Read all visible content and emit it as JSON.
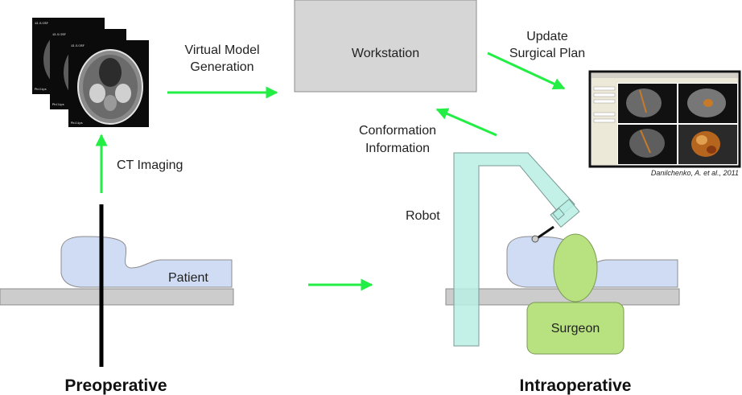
{
  "labels": {
    "workstation": "Workstation",
    "virtual_model": [
      "Virtual Model",
      "Generation"
    ],
    "update_plan": [
      "Update",
      "Surgical Plan"
    ],
    "conformation": [
      "Conformation",
      "Information"
    ],
    "ct_imaging": "CT Imaging",
    "patient": "Patient",
    "robot": "Robot",
    "surgeon": "Surgeon",
    "preoperative": "Preoperative",
    "intraoperative": "Intraoperative",
    "citation": "Danilchenko, A. et al., 2011"
  },
  "colors": {
    "arrow": "#22ee44",
    "patient_fill": "#cfdcf4",
    "table_fill": "#cccccc",
    "robot_fill": "#b8eee4",
    "surgeon_fill": "#b7e27f",
    "workstation_fill": "#d6d6d6"
  },
  "icons": {
    "ct_stack": "ct-scan-slices-icon",
    "software": "surgical-planning-software-screenshot"
  }
}
